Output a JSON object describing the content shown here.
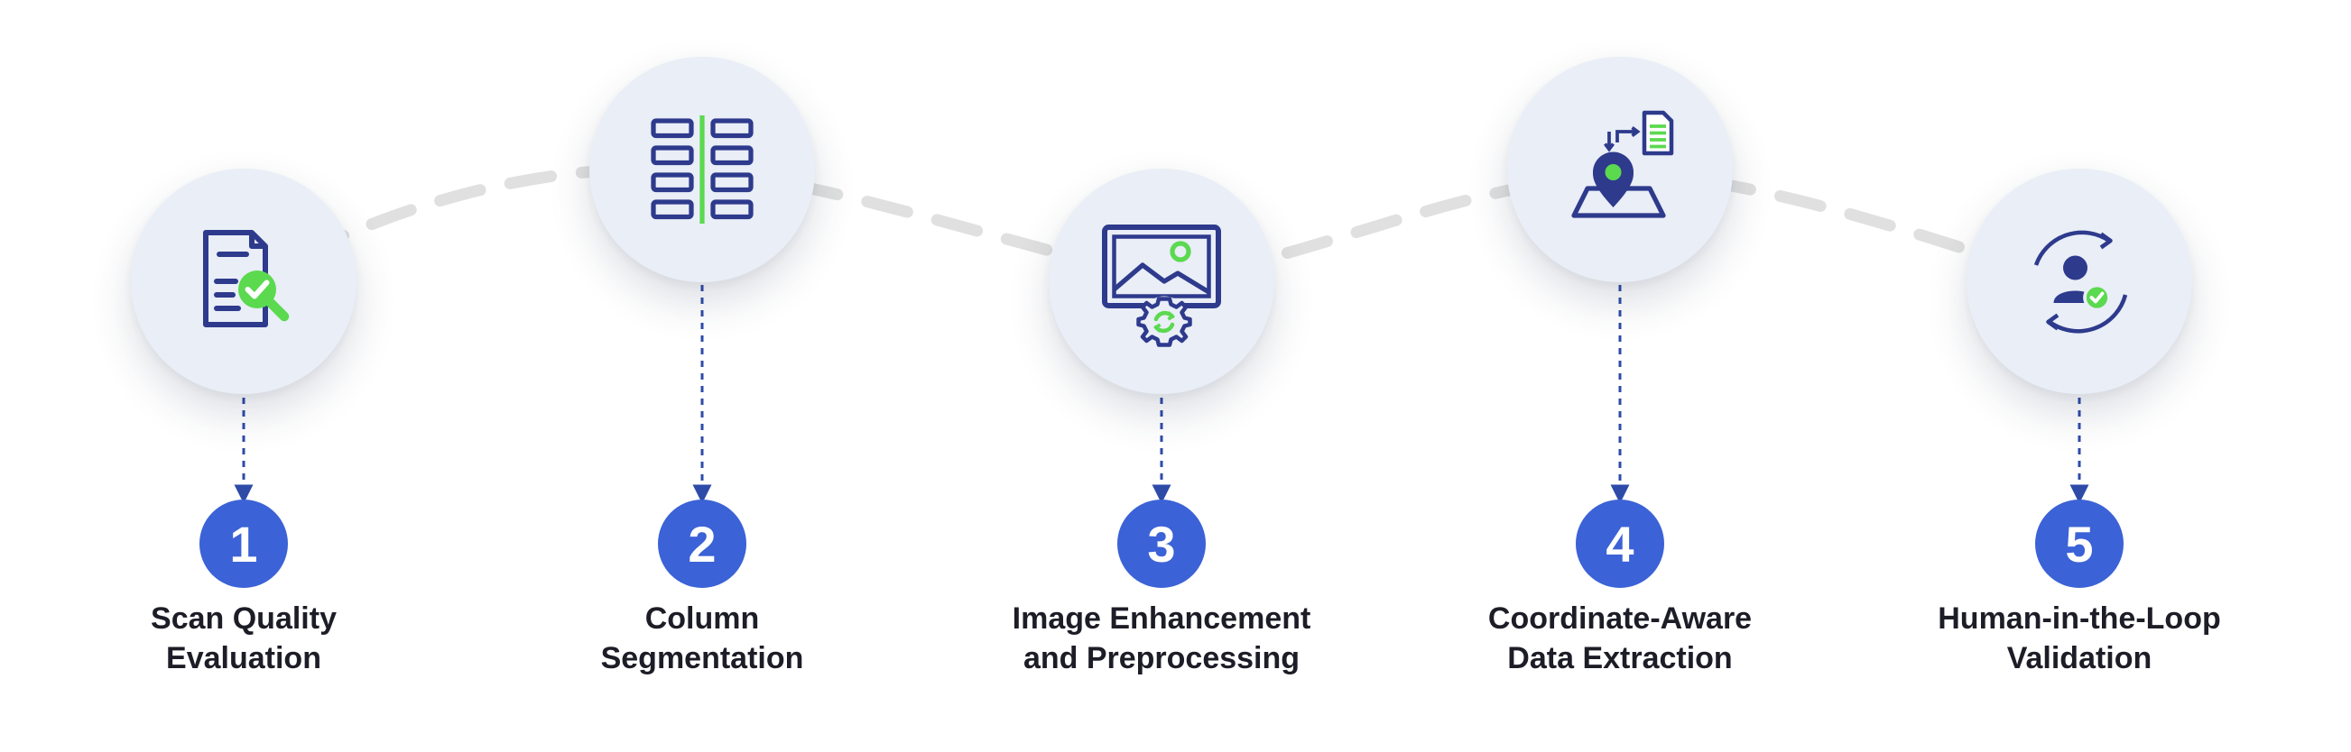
{
  "steps": [
    {
      "number": "1",
      "label_line1": "Scan Quality",
      "label_line2": "Evaluation",
      "icon": "document-check-magnifier-icon"
    },
    {
      "number": "2",
      "label_line1": "Column",
      "label_line2": "Segmentation",
      "icon": "column-layout-icon"
    },
    {
      "number": "3",
      "label_line1": "Image Enhancement",
      "label_line2": "and Preprocessing",
      "icon": "image-gear-icon"
    },
    {
      "number": "4",
      "label_line1": "Coordinate-Aware",
      "label_line2": "Data Extraction",
      "icon": "map-pin-document-icon"
    },
    {
      "number": "5",
      "label_line1": "Human-in-the-Loop",
      "label_line2": "Validation",
      "icon": "user-cycle-check-icon"
    }
  ],
  "colors": {
    "navy": "#2e3a8c",
    "green": "#5bd94f",
    "badge_blue": "#3b62d6",
    "circle_fill": "#e9eef7",
    "connector_gray": "#e0e0e0",
    "arrow_blue": "#2e4ba8",
    "text_dark": "#1d1d27"
  }
}
